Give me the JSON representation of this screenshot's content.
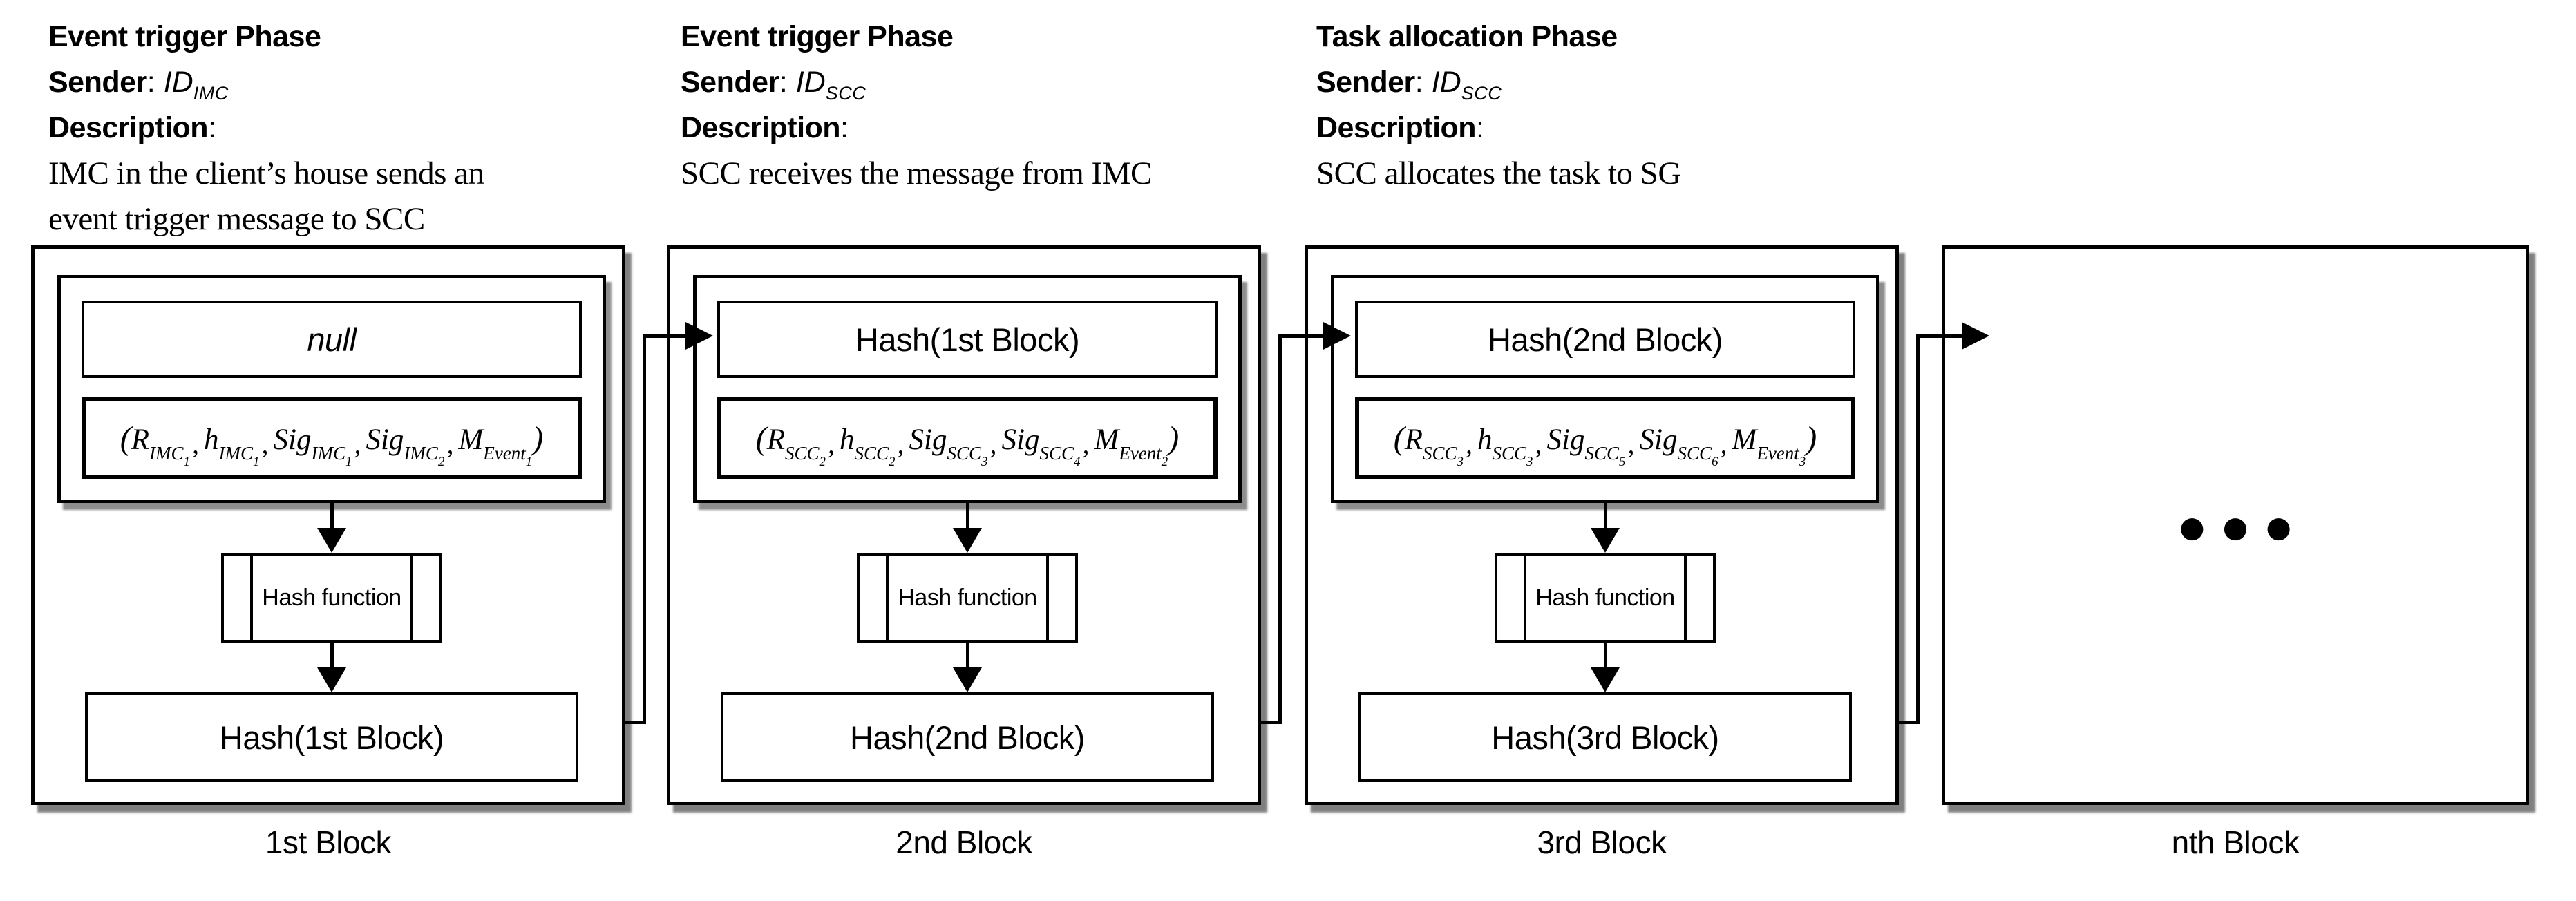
{
  "misc": {
    "colon": ":"
  },
  "math": {
    "open": "(",
    "close": ")",
    "sep": ","
  },
  "colors": {
    "line": "#000000",
    "background": "#ffffff",
    "shadow": "rgba(0,0,0,0.5)"
  },
  "phases": [
    {
      "title": "Event trigger Phase",
      "sender_label": "Sender",
      "sender_id_base": "ID",
      "sender_id_sub": "IMC",
      "description_label": "Description",
      "description_lines": [
        "IMC in the client’s house sends an",
        "event trigger message to SCC"
      ]
    },
    {
      "title": "Event trigger Phase",
      "sender_label": "Sender",
      "sender_id_base": "ID",
      "sender_id_sub": "SCC",
      "description_label": "Description",
      "description_lines": [
        "SCC receives the message from IMC"
      ]
    },
    {
      "title": "Task allocation Phase",
      "sender_label": "Sender",
      "sender_id_base": "ID",
      "sender_id_sub": "SCC",
      "description_label": "Description",
      "description_lines": [
        "SCC allocates the task to SG"
      ]
    }
  ],
  "blocks": [
    {
      "label": "1st Block",
      "prev_hash": "null",
      "tuple": [
        {
          "base": "R",
          "sub": "IMC",
          "subsub": "1"
        },
        {
          "base": "h",
          "sub": "IMC",
          "subsub": "1"
        },
        {
          "base": "Sig",
          "sub": "IMC",
          "subsub": "1"
        },
        {
          "base": "Sig",
          "sub": "IMC",
          "subsub": "2"
        },
        {
          "base": "M",
          "sub": "Event",
          "subsub": "1"
        }
      ],
      "hash_function_label": "Hash function",
      "output_hash": "Hash(1st Block)"
    },
    {
      "label": "2nd Block",
      "prev_hash": "Hash(1st Block)",
      "tuple": [
        {
          "base": "R",
          "sub": "SCC",
          "subsub": "2"
        },
        {
          "base": "h",
          "sub": "SCC",
          "subsub": "2"
        },
        {
          "base": "Sig",
          "sub": "SCC",
          "subsub": "3"
        },
        {
          "base": "Sig",
          "sub": "SCC",
          "subsub": "4"
        },
        {
          "base": "M",
          "sub": "Event",
          "subsub": "2"
        }
      ],
      "hash_function_label": "Hash function",
      "output_hash": "Hash(2nd Block)"
    },
    {
      "label": "3rd Block",
      "prev_hash": "Hash(2nd Block)",
      "tuple": [
        {
          "base": "R",
          "sub": "SCC",
          "subsub": "3"
        },
        {
          "base": "h",
          "sub": "SCC",
          "subsub": "3"
        },
        {
          "base": "Sig",
          "sub": "SCC",
          "subsub": "5"
        },
        {
          "base": "Sig",
          "sub": "SCC",
          "subsub": "6"
        },
        {
          "base": "M",
          "sub": "Event",
          "subsub": "3"
        }
      ],
      "hash_function_label": "Hash function",
      "output_hash": "Hash(3rd Block)"
    },
    {
      "label": "nth Block",
      "ellipsis": "●●●"
    }
  ]
}
